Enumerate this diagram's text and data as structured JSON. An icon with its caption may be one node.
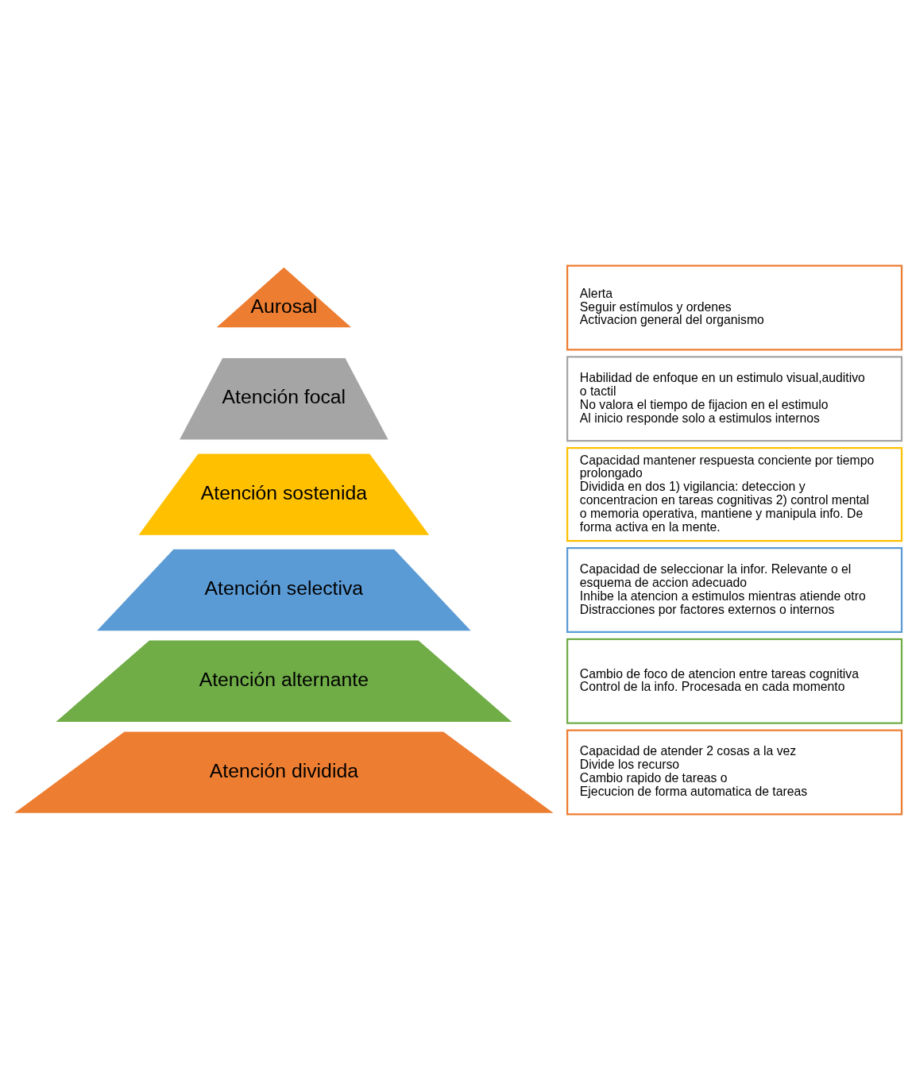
{
  "diagram": {
    "nodes": [
      {
        "text": [
          "Aurosal"
        ]
      },
      {
        "text": [
          "Alerta",
          "Seguir estímulos y ordenes",
          "Activacion general del organismo"
        ]
      },
      {
        "text": [
          "Atención focal"
        ]
      },
      {
        "text": [
          "Habilidad de enfoque en un estimulo visual,auditivo o tactil",
          "No valora el tiempo de fijacion en el estimulo",
          "Al inicio responde solo a estimulos internos"
        ]
      },
      {
        "text": [
          "Atención sostenida"
        ]
      },
      {
        "text": [
          "Capacidad mantener respuesta conciente por tiempo prolongado",
          "Dividida en dos 1) vigilancia: deteccion y concentracion en tareas cognitivas 2) control mental o memoria operativa, mantiene y manipula info. De forma activa en la mente."
        ]
      },
      {
        "text": [
          "Atención selectiva"
        ]
      },
      {
        "text": [
          "Capacidad de seleccionar la infor. Relevante o el esquema de accion adecuado",
          "Inhibe la atencion a estimulos mientras atiende otro",
          "Distracciones por factores externos o internos"
        ]
      },
      {
        "text": [
          "Atención alternante"
        ]
      },
      {
        "text": [
          "Cambio de foco de atencion entre tareas cognitiva",
          "Control de la info. Procesada en cada momento"
        ]
      },
      {
        "text": [
          "Atención dividida"
        ]
      },
      {
        "text": [
          "Capacidad de atender 2 cosas a la vez",
          "Divide los recurso",
          "Cambio rapido de tareas o",
          "Ejecucion de forma automatica de tareas"
        ]
      }
    ],
    "edges": []
  }
}
